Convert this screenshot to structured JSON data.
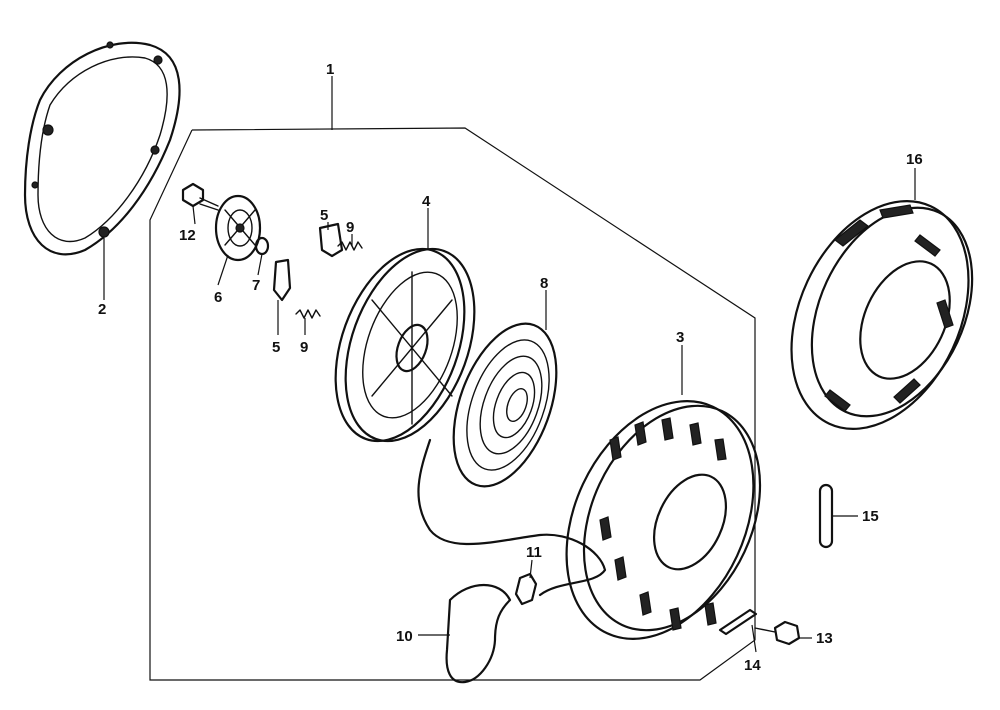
{
  "callouts": [
    {
      "id": "c1",
      "label": "1"
    },
    {
      "id": "c2",
      "label": "2"
    },
    {
      "id": "c3",
      "label": "3"
    },
    {
      "id": "c4",
      "label": "4"
    },
    {
      "id": "c5a",
      "label": "5"
    },
    {
      "id": "c5b",
      "label": "5"
    },
    {
      "id": "c6",
      "label": "6"
    },
    {
      "id": "c7",
      "label": "7"
    },
    {
      "id": "c8",
      "label": "8"
    },
    {
      "id": "c9a",
      "label": "9"
    },
    {
      "id": "c9b",
      "label": "9"
    },
    {
      "id": "c10",
      "label": "10"
    },
    {
      "id": "c11",
      "label": "11"
    },
    {
      "id": "c12",
      "label": "12"
    },
    {
      "id": "c13",
      "label": "13"
    },
    {
      "id": "c14",
      "label": "14"
    },
    {
      "id": "c15",
      "label": "15"
    },
    {
      "id": "c16",
      "label": "16"
    }
  ]
}
